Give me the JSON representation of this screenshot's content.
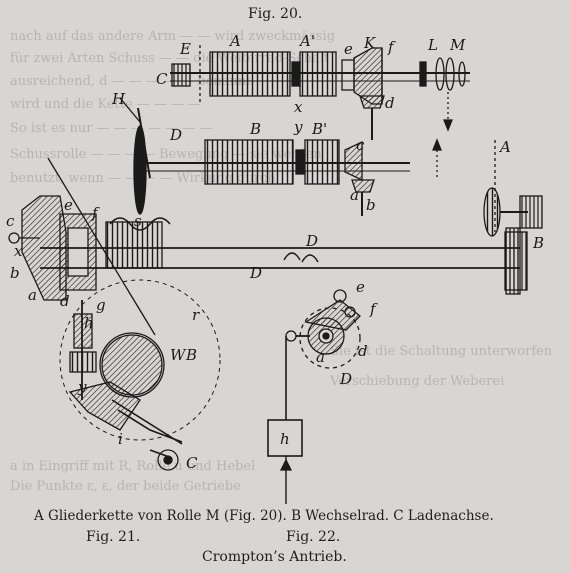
{
  "captions": {
    "fig20": "Fig. 20.",
    "legend": "A Gliederkette von Rolle M (Fig. 20).   B Wechselrad.   C Ladenachse.",
    "fig21": "Fig. 21.",
    "fig22": "Fig. 22.",
    "title": "Crompton’s Antrieb."
  },
  "labels": {
    "fig20": [
      "C",
      "E",
      "A",
      "A'",
      "e",
      "K",
      "f",
      "L",
      "M",
      "H",
      "x",
      "d",
      "D",
      "B",
      "y",
      "B'",
      "c",
      "a",
      "b",
      "A"
    ],
    "fig21": [
      "c",
      "e",
      "f",
      "x",
      "a",
      "b",
      "d",
      "s",
      "g",
      "h",
      "W",
      "B",
      "r",
      "y",
      "i",
      "C",
      "D"
    ],
    "fig22": [
      "D",
      "e",
      "f",
      "a",
      "d",
      "D",
      "h",
      "B"
    ]
  },
  "colors": {
    "paper": "#d8d6d2",
    "ink": "#1a1a1a",
    "ghost_text": "#9c9a96"
  }
}
